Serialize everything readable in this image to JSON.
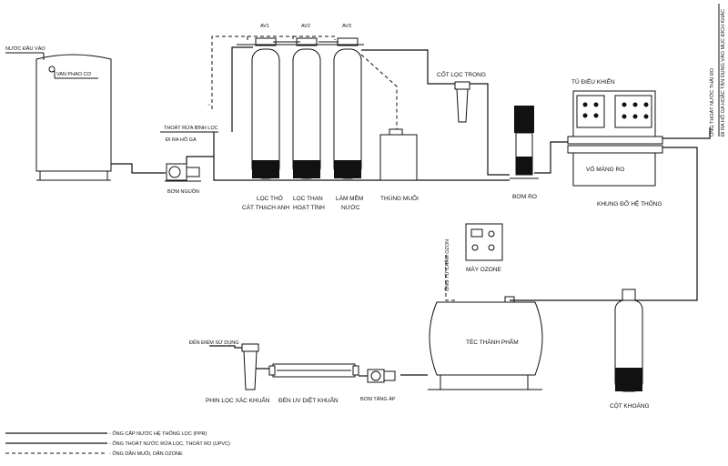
{
  "labels": {
    "nuoc_dau_vao": "NƯỚC ĐẦU VÀO",
    "van_phao_co": "VAN PHAO CƠ",
    "thoat_rua_binh_loc": "THOÁT RỬA BÌNH LỌC",
    "di_ra_ho_ga": "ĐI RA HỐ GA",
    "bom_nguon": "BƠM NGUỒN",
    "av1": "AV1",
    "av2": "AV2",
    "av3": "AV3",
    "loc_tho_1": "LỌC THÔ",
    "loc_tho_2": "CÁT THẠCH ANH",
    "loc_than_1": "LỌC THAN",
    "loc_than_2": "HOẠT TÍNH",
    "lam_mem_1": "LÀM MỀM",
    "lam_mem_2": "NƯỚC",
    "thung_muoi": "THÙNG MUỐI",
    "cot_loc_trong": "CỐT LỌC TRONG",
    "bom_ro": "BƠM RO",
    "tu_dieu_khien": "TỦ ĐIỀU KHIỂN",
    "vo_mang_ro": "VỎ MÀNG RO",
    "khung_do": "KHUNG ĐỠ HỆ THỐNG",
    "ong_thoat_ro_1": "ỐNG THOÁT NƯỚC THẢI RO",
    "ong_thoat_ro_2": "ĐI RA HỐ GA HOẶC TẬN DỤNG VÀO MỤC ĐÍCH KHÁC",
    "ong_tu_cham_ozon": "ỐNG TỪ CHÂM OZON",
    "may_ozone": "MÁY OZONE",
    "tec_thanh_pham": "TÉC THÀNH PHẨM",
    "cot_khoang": "CỘT  KHOÁNG",
    "den_diem_su_dung": "ĐẾN ĐIỂM SỬ DỤNG",
    "phin_loc": "PHIN LỌC XÁC KHUẨN",
    "den_uv": "ĐÈN UV DIỆT KHUẨN",
    "bom_tang_ap": "BƠM TĂNG ÁP"
  },
  "legend": [
    {
      "text": "- ỐNG CẤP NƯỚC HỆ THỐNG LỌC (PPR)",
      "style": "solid"
    },
    {
      "text": "- ỐNG THOÁT NƯỚC RỬA LỌC, THOÁT RO  (UPVC)",
      "style": "solid"
    },
    {
      "text": "- ỐNG DẪN MUỐI, DẪN OZONE",
      "style": "dashed"
    }
  ]
}
